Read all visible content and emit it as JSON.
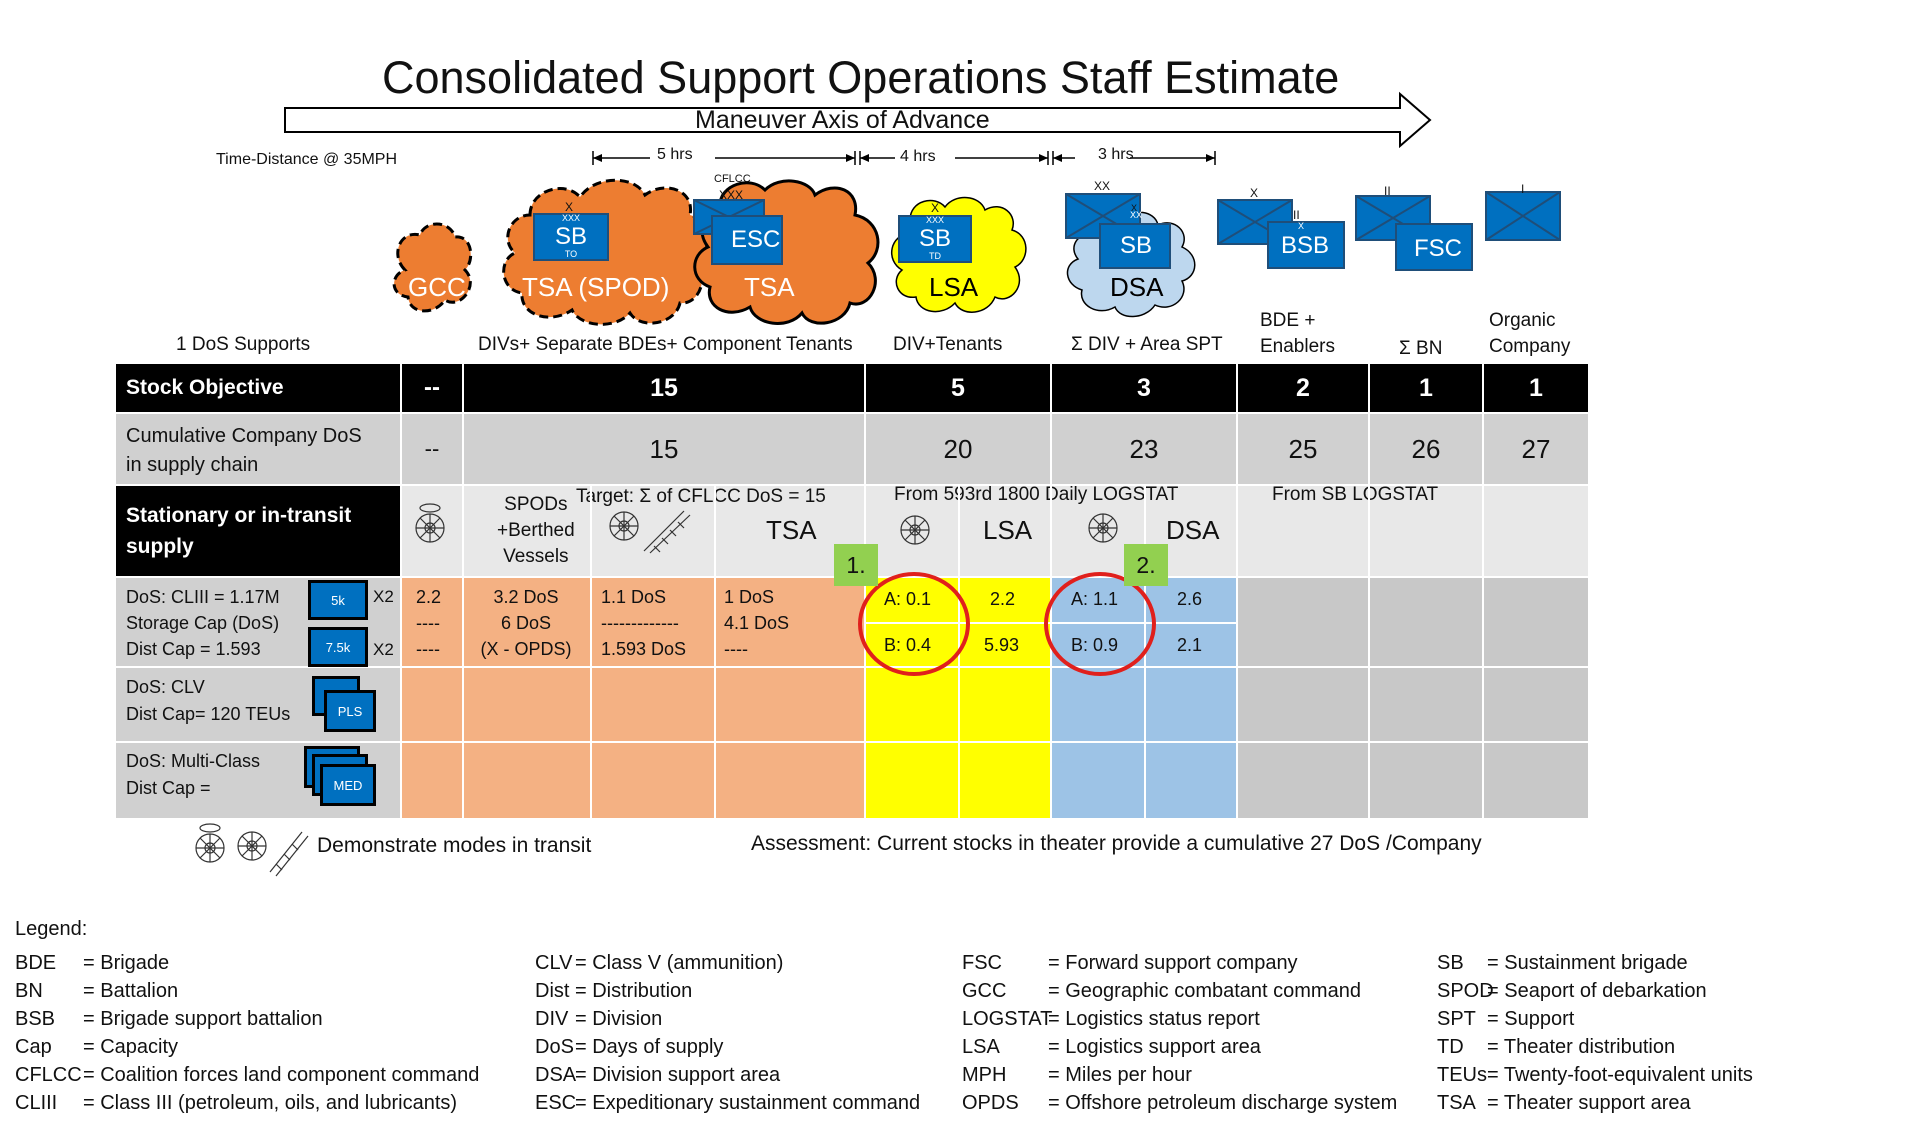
{
  "title": "Consolidated Support Operations Staff Estimate",
  "axis_label": "Maneuver Axis of Advance",
  "time_distance_label": "Time-Distance @ 35MPH",
  "time_spans": [
    "5 hrs",
    "4 hrs",
    "3 hrs"
  ],
  "nodes": {
    "gcc": "GCC",
    "tsa_spod": "TSA (SPOD)",
    "tsa_spod_sb": "SB",
    "tsa_spod_sb_sub": "TO",
    "tsa_spod_sb_echelon": "XXX",
    "tsa_spod_x": "X",
    "tsa": "TSA",
    "esc": "ESC",
    "esc_top": "CFLCC",
    "esc_echelon": "XXX",
    "lsa": "LSA",
    "lsa_sb": "SB",
    "lsa_sb_sub": "TD",
    "lsa_sb_echelon": "XXX",
    "lsa_x": "X",
    "dsa": "DSA",
    "dsa_sb": "SB",
    "dsa_echelon": "XX",
    "dsa_sb_echelon": "XX",
    "dsa_x": "X",
    "bsb": "BSB",
    "bsb_x": "X",
    "bsb_ii": "II",
    "fsc": "FSC",
    "fsc_ii": "II",
    "org_i": "I"
  },
  "column_headers": {
    "c1": "1 DoS Supports",
    "c2": "DIVs+ Separate BDEs+ Component Tenants",
    "c3": "DIV+Tenants",
    "c4": "Σ DIV + Area SPT",
    "c5": "BDE +\nEnablers",
    "c6": "Σ BN",
    "c7": "Organic\nCompany"
  },
  "rows": {
    "stock_objective": {
      "label": "Stock Objective",
      "values": [
        "--",
        "15",
        "5",
        "3",
        "2",
        "1",
        "1"
      ]
    },
    "cumulative": {
      "label1": "Cumulative Company DoS",
      "label2": "in supply chain",
      "values": [
        "--",
        "15",
        "20",
        "23",
        "25",
        "26",
        "27"
      ]
    },
    "stationary": {
      "label1": "Stationary or in-transit",
      "label2": "supply",
      "spods1": "SPODs",
      "spods2": "+Berthed",
      "spods3": "Vessels",
      "target": "Target: Σ of CFLCC DoS = 15",
      "tsa": "TSA",
      "logstat": "From 593rd 1800 Daily LOGSTAT",
      "lsa": "LSA",
      "dsa": "DSA",
      "sb_logstat": "From SB LOGSTAT"
    },
    "clIII": {
      "label1": "DoS: CLIII = 1.17M",
      "label2": "Storage Cap (DoS)",
      "label3": "Dist Cap = 1.593",
      "truck1": "5k",
      "truck2": "7.5k",
      "x2": "X2",
      "gcc": [
        "2.2",
        "----",
        "----"
      ],
      "spod": [
        "3.2 DoS",
        "6 DoS",
        "(X - OPDS)"
      ],
      "tsa1": [
        "1.1 DoS",
        "-------------",
        "1.593 DoS"
      ],
      "tsa2": [
        "1 DoS",
        "4.1 DoS",
        "----"
      ],
      "lsa_a": "A: 0.1",
      "lsa_b": "B: 0.4",
      "lsa_v1": "2.2",
      "lsa_v2": "5.93",
      "dsa_a": "A: 1.1",
      "dsa_b": "B: 0.9",
      "dsa_v1": "2.6",
      "dsa_v2": "2.1"
    },
    "clV": {
      "label1": "DoS: CLV",
      "label2": "Dist Cap= 120 TEUs",
      "icon": "PLS"
    },
    "multi": {
      "label1": "DoS: Multi-Class",
      "label2": "Dist Cap =",
      "icon": "MED"
    }
  },
  "tags": [
    "1.",
    "2."
  ],
  "transit_note": "Demonstrate modes in transit",
  "assessment": "Assessment: Current stocks in theater provide a cumulative 27 DoS /Company",
  "legend": {
    "title": "Legend:",
    "col1": [
      [
        "BDE",
        "= Brigade"
      ],
      [
        "BN",
        "= Battalion"
      ],
      [
        "BSB",
        "= Brigade support battalion"
      ],
      [
        "Cap",
        "= Capacity"
      ],
      [
        "CFLCC",
        "= Coalition forces land component command"
      ],
      [
        "CLIII",
        "= Class III (petroleum, oils, and lubricants)"
      ]
    ],
    "col2": [
      [
        "CLV",
        "= Class V (ammunition)"
      ],
      [
        "Dist",
        "= Distribution"
      ],
      [
        "DIV",
        "= Division"
      ],
      [
        "DoS",
        "= Days of supply"
      ],
      [
        "DSA",
        "= Division support area"
      ],
      [
        "ESC",
        "= Expeditionary sustainment command"
      ]
    ],
    "col3": [
      [
        "FSC",
        "= Forward support company"
      ],
      [
        "GCC",
        "= Geographic combatant command"
      ],
      [
        "LOGSTAT",
        "= Logistics status report"
      ],
      [
        "LSA",
        "= Logistics support area"
      ],
      [
        "MPH",
        "= Miles per hour"
      ],
      [
        "OPDS",
        "= Offshore petroleum discharge system"
      ]
    ],
    "col4": [
      [
        "SB",
        "= Sustainment brigade"
      ],
      [
        "SPOD",
        "= Seaport of debarkation"
      ],
      [
        "SPT",
        "= Support"
      ],
      [
        "TD",
        "= Theater distribution"
      ],
      [
        "TEUs",
        "= Twenty-foot-equivalent units"
      ],
      [
        "TSA",
        "= Theater support area"
      ]
    ]
  },
  "colors": {
    "orange": "#f4b183",
    "cloud_orange": "#ed7d31",
    "yellow": "#ffff00",
    "blue": "#9dc3e6",
    "unit_blue": "#0070c0",
    "green": "#92d050",
    "red": "#e0201c"
  }
}
